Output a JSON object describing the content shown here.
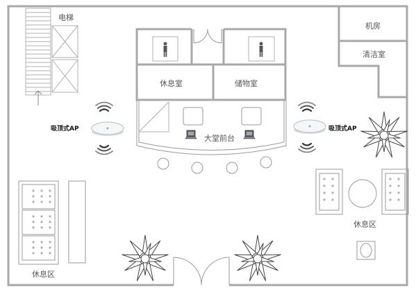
{
  "labels": {
    "elevator": "电梯",
    "machine_room": "机房",
    "cleaning_room": "清洁室",
    "staff_lounge": "休息室",
    "storage_room": "储物室",
    "front_desk": "大堂前台",
    "ap_left": "吸顶式AP",
    "ap_right": "吸顶式AP",
    "lounge_right": "休息区",
    "lounge_left": "休息区"
  },
  "icons": {
    "restroom_left": "female-restroom-icon",
    "restroom_right": "male-restroom-icon",
    "ap": "ceiling-access-point-icon",
    "wifi": "wifi-signal-icon",
    "computer": "computer-icon",
    "plant": "potted-plant-icon"
  },
  "colors": {
    "wall": "#a8a8a8",
    "line": "#999999",
    "text": "#555555",
    "label_dark": "#111111",
    "wifi_dark": "#333333",
    "wifi_light": "#888888"
  }
}
